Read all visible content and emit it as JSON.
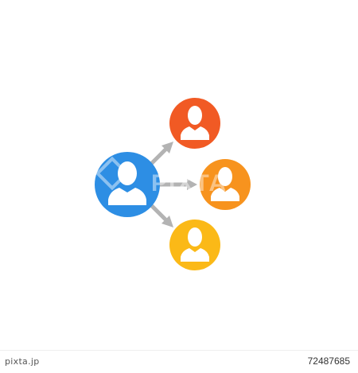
{
  "colors": {
    "background": "#ffffff",
    "source": "#2d8ee4",
    "target_top": "#f15a24",
    "target_middle": "#f7931e",
    "target_bottom": "#fbb917",
    "arrow": "#b3b3b3",
    "person": "#ffffff"
  },
  "icons": {
    "source": "person-icon",
    "targets": [
      "person-icon",
      "person-icon",
      "person-icon"
    ],
    "arrows": [
      "arrow-up-right-icon",
      "arrow-right-icon",
      "arrow-down-right-icon"
    ]
  },
  "watermark": {
    "text": "PIXTA"
  },
  "footer": {
    "brand": "pixta.jp",
    "image_id": "72487685"
  }
}
